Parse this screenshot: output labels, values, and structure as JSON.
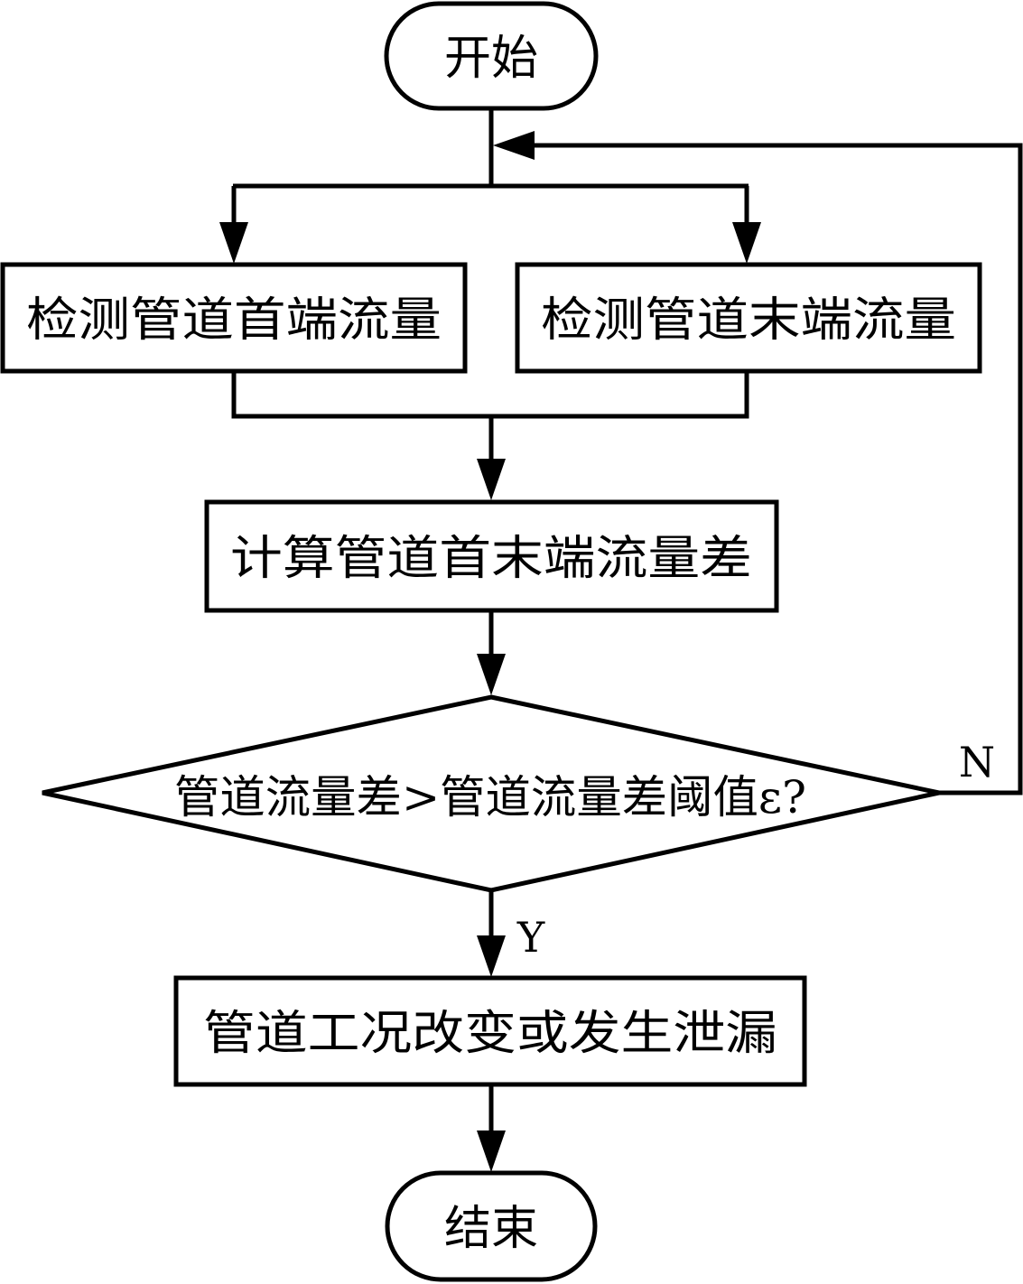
{
  "diagram": {
    "type": "flowchart",
    "colors": {
      "stroke": "#000000",
      "fill": "#ffffff",
      "text": "#000000"
    },
    "nodes": {
      "start": {
        "label": "开始",
        "shape": "terminal"
      },
      "detect_head": {
        "label": "检测管道首端流量",
        "shape": "process"
      },
      "detect_tail": {
        "label": "检测管道末端流量",
        "shape": "process"
      },
      "compute_diff": {
        "label": "计算管道首末端流量差",
        "shape": "process"
      },
      "decision": {
        "label": "管道流量差>管道流量差阈值ε?",
        "shape": "decision"
      },
      "result": {
        "label": "管道工况改变或发生泄漏",
        "shape": "process"
      },
      "end": {
        "label": "结束",
        "shape": "terminal"
      }
    },
    "edges": {
      "no_label": "N",
      "yes_label": "Y"
    }
  }
}
